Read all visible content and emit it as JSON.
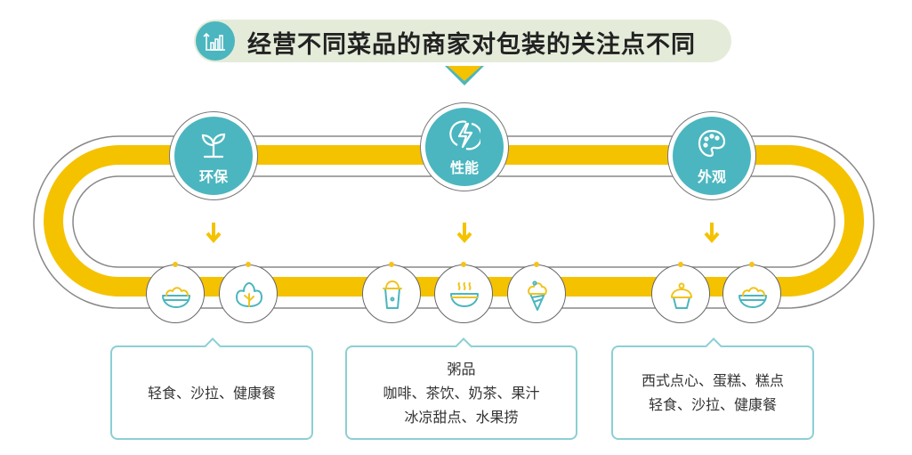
{
  "title": "经营不同菜品的商家对包装的关注点不同",
  "colors": {
    "teal": "#4bb6bf",
    "yellow": "#f5c200",
    "pill": "#e4ecd9",
    "box_border": "#8ccfd4"
  },
  "categories": [
    {
      "label": "环保",
      "icon": "sprout-icon",
      "items": [
        "salad-bowl-icon",
        "lettuce-icon"
      ],
      "lines": [
        "轻食、沙拉、健康餐"
      ]
    },
    {
      "label": "性能",
      "icon": "lightning-icon",
      "items": [
        "drink-cup-icon",
        "soup-bowl-icon",
        "ice-cream-icon"
      ],
      "lines": [
        "粥品",
        "咖啡、茶饮、奶茶、果汁",
        "冰凉甜点、水果捞"
      ]
    },
    {
      "label": "外观",
      "icon": "palette-icon",
      "items": [
        "cupcake-icon",
        "salad-bowl-icon"
      ],
      "lines": [
        "西式点心、蛋糕、糕点",
        "轻食、沙拉、健康餐"
      ]
    }
  ]
}
